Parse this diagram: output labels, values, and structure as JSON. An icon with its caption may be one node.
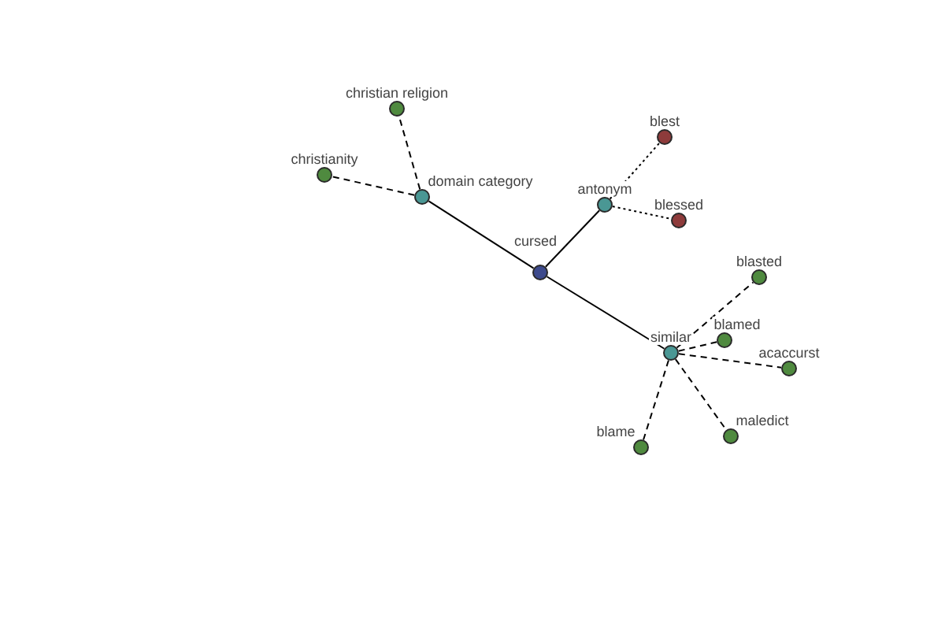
{
  "diagram": {
    "nodes": [
      {
        "text": [
          "christian religion"
        ]
      },
      {
        "text": [
          "blest"
        ]
      },
      {
        "text": [
          "christianity"
        ]
      },
      {
        "text": [
          "domain category"
        ]
      },
      {
        "text": [
          "antonym"
        ]
      },
      {
        "text": [
          "blessed"
        ]
      },
      {
        "text": [
          "cursed"
        ]
      },
      {
        "text": [
          "blasted"
        ]
      },
      {
        "text": [
          "blamed"
        ]
      },
      {
        "text": [
          "similar"
        ]
      },
      {
        "text": [
          "acaccurst"
        ]
      },
      {
        "text": [
          "maledict"
        ]
      },
      {
        "text": [
          "blame"
        ]
      }
    ],
    "edges": [
      {
        "from": 6,
        "to": 3,
        "arrow": "none"
      },
      {
        "from": 6,
        "to": 4,
        "arrow": "none"
      },
      {
        "from": 6,
        "to": 9,
        "arrow": "none"
      },
      {
        "from": 3,
        "to": 0,
        "arrow": "none",
        "style": "dashed"
      },
      {
        "from": 3,
        "to": 2,
        "arrow": "none",
        "style": "dashed"
      },
      {
        "from": 4,
        "to": 1,
        "arrow": "none",
        "style": "dashed"
      },
      {
        "from": 4,
        "to": 5,
        "arrow": "none",
        "style": "dashed"
      },
      {
        "from": 9,
        "to": 7,
        "arrow": "none",
        "style": "dashed"
      },
      {
        "from": 9,
        "to": 8,
        "arrow": "none",
        "style": "dashed"
      },
      {
        "from": 9,
        "to": 10,
        "arrow": "none",
        "style": "dashed"
      },
      {
        "from": 9,
        "to": 11,
        "arrow": "none",
        "style": "dashed"
      },
      {
        "from": 9,
        "to": 12,
        "arrow": "none",
        "style": "dashed"
      }
    ]
  }
}
